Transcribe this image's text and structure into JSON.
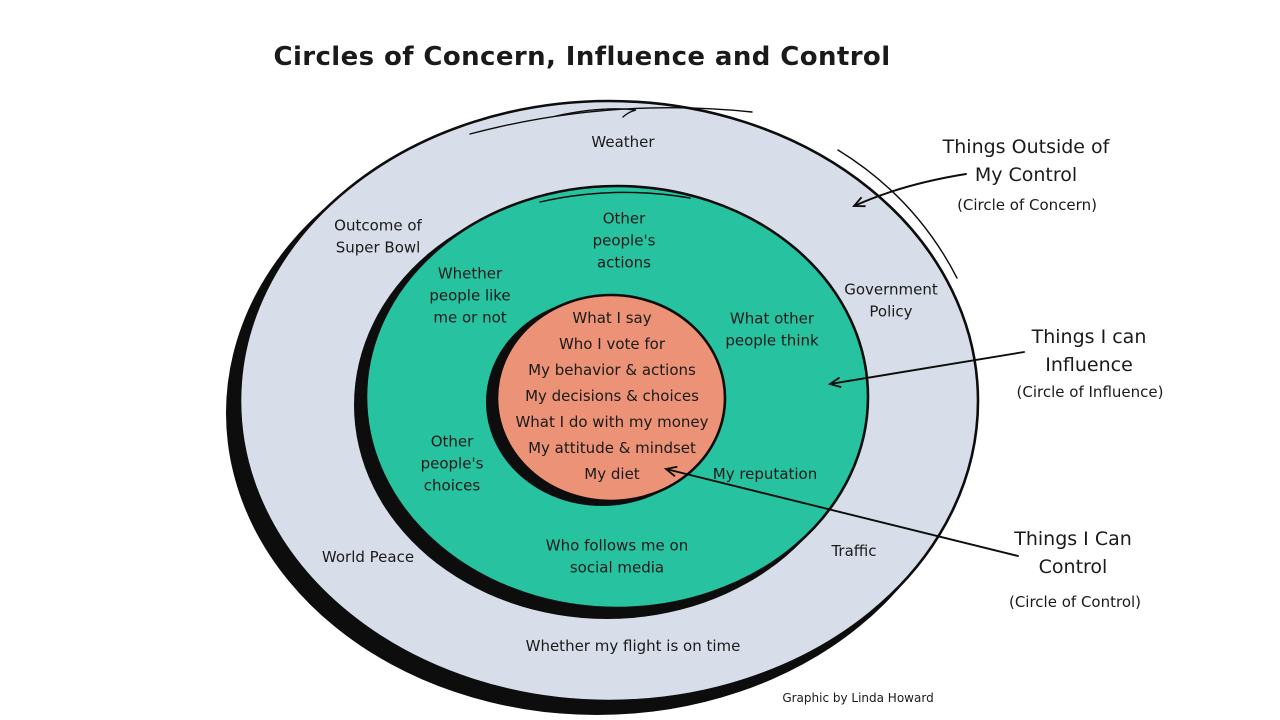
{
  "title": "Circles of Concern, Influence and Control",
  "credit": "Graphic by Linda Howard",
  "colors": {
    "concern": "#d8dee9",
    "influence": "#27c3a0",
    "control": "#ec9377",
    "ink": "#0d0d0d"
  },
  "rings": {
    "concern": {
      "name": "Circle of Concern",
      "items": {
        "weather": "Weather",
        "outcome_super_bowl": [
          "Outcome of",
          "Super Bowl"
        ],
        "government_policy": [
          "Government",
          "Policy"
        ],
        "world_peace": "World Peace",
        "traffic": "Traffic",
        "flight": "Whether my flight is on time"
      }
    },
    "influence": {
      "name": "Circle of Influence",
      "items": {
        "actions": [
          "Other",
          "people's",
          "actions"
        ],
        "like_me": [
          "Whether",
          "people like",
          "me or not"
        ],
        "think": [
          "What other",
          "people think"
        ],
        "choices": [
          "Other",
          "people's",
          "choices"
        ],
        "reputation": "My reputation",
        "followers": [
          "Who follows me on",
          "social media"
        ]
      }
    },
    "control": {
      "name": "Circle of Control",
      "items": [
        "What I say",
        "Who I vote for",
        "My behavior & actions",
        "My decisions & choices",
        "What I do with my money",
        "My attitude & mindset",
        "My diet"
      ]
    }
  },
  "annotations": {
    "concern": {
      "title": [
        "Things Outside of",
        "My Control"
      ],
      "subtitle": "(Circle of Concern)"
    },
    "influence": {
      "title": [
        "Things I can",
        "Influence"
      ],
      "subtitle": "(Circle of Influence)"
    },
    "control": {
      "title": [
        "Things I Can",
        "Control"
      ],
      "subtitle": "(Circle of Control)"
    }
  }
}
